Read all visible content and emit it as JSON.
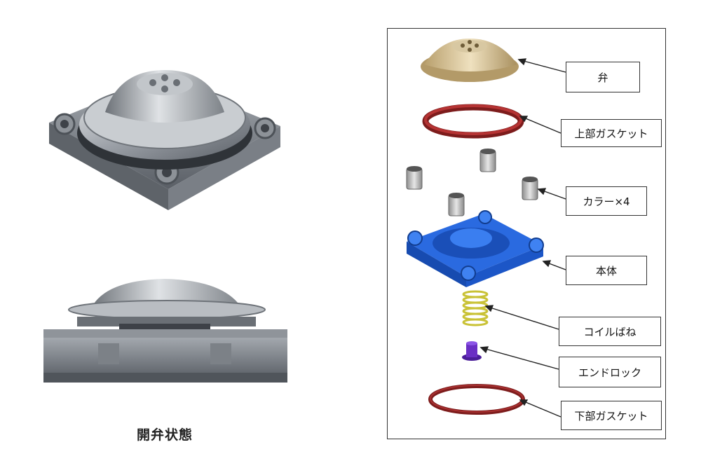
{
  "photo_caption": "開弁状態",
  "parts": [
    {
      "label": "弁"
    },
    {
      "label": "上部ガスケット"
    },
    {
      "label": "カラー×4"
    },
    {
      "label": "本体"
    },
    {
      "label": "コイルばね"
    },
    {
      "label": "エンドロック"
    },
    {
      "label": "下部ガスケット"
    }
  ],
  "colors": {
    "valve": "#d9c7a0",
    "gasket": "#a52a2a",
    "collar": "#c8c8c8",
    "body": "#1f5fd6",
    "spring": "#d8d24a",
    "end_lock": "#6a2fc4",
    "metal": "#9a9fa6"
  }
}
